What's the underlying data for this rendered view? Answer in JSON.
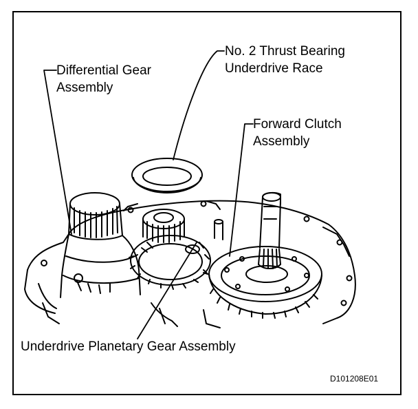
{
  "figure": {
    "code": "D101208E01",
    "colors": {
      "ink": "#000000",
      "paper": "#ffffff"
    }
  },
  "labels": {
    "thrust_bearing": {
      "line1": "No. 2 Thrust Bearing",
      "line2": "Underdrive Race"
    },
    "differential": {
      "line1": "Differential Gear",
      "line2": "Assembly"
    },
    "forward_clutch": {
      "line1": "Forward Clutch",
      "line2": "Assembly"
    },
    "underdrive_planetary": {
      "line1": "Underdrive Planetary Gear Assembly"
    }
  }
}
